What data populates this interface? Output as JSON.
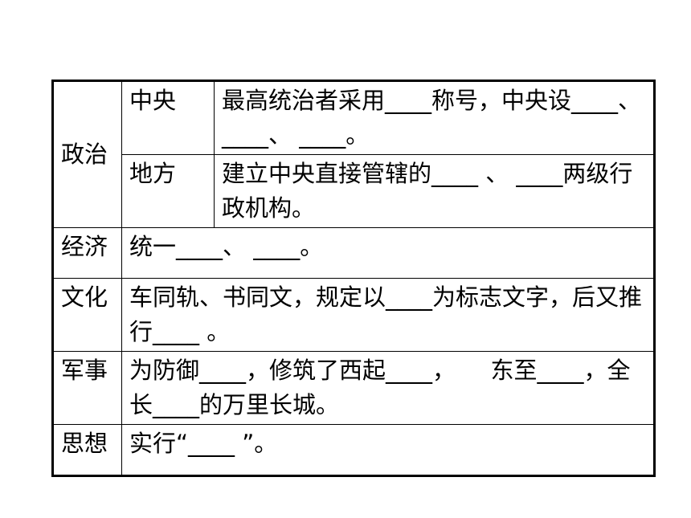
{
  "table": {
    "politics": {
      "label": "政治",
      "central": {
        "label": "中央",
        "text": "最高统治者采用____称号，中央设____、 ____、 ____。"
      },
      "local": {
        "label": "地方",
        "text": "建立中央直接管辖的____ 、 ____两级行政机构。"
      }
    },
    "economy": {
      "label": "经济",
      "text": "统一____、 ____。"
    },
    "culture": {
      "label": "文化",
      "text": "车同轨、书同文，规定以____为标志文字，后又推行____ 。"
    },
    "military": {
      "label": "军事",
      "text": "为防御____，修筑了西起____，　　东至____，全长____的万里长城。"
    },
    "thought": {
      "label": "思想",
      "text": "实行“____ ”。"
    }
  }
}
